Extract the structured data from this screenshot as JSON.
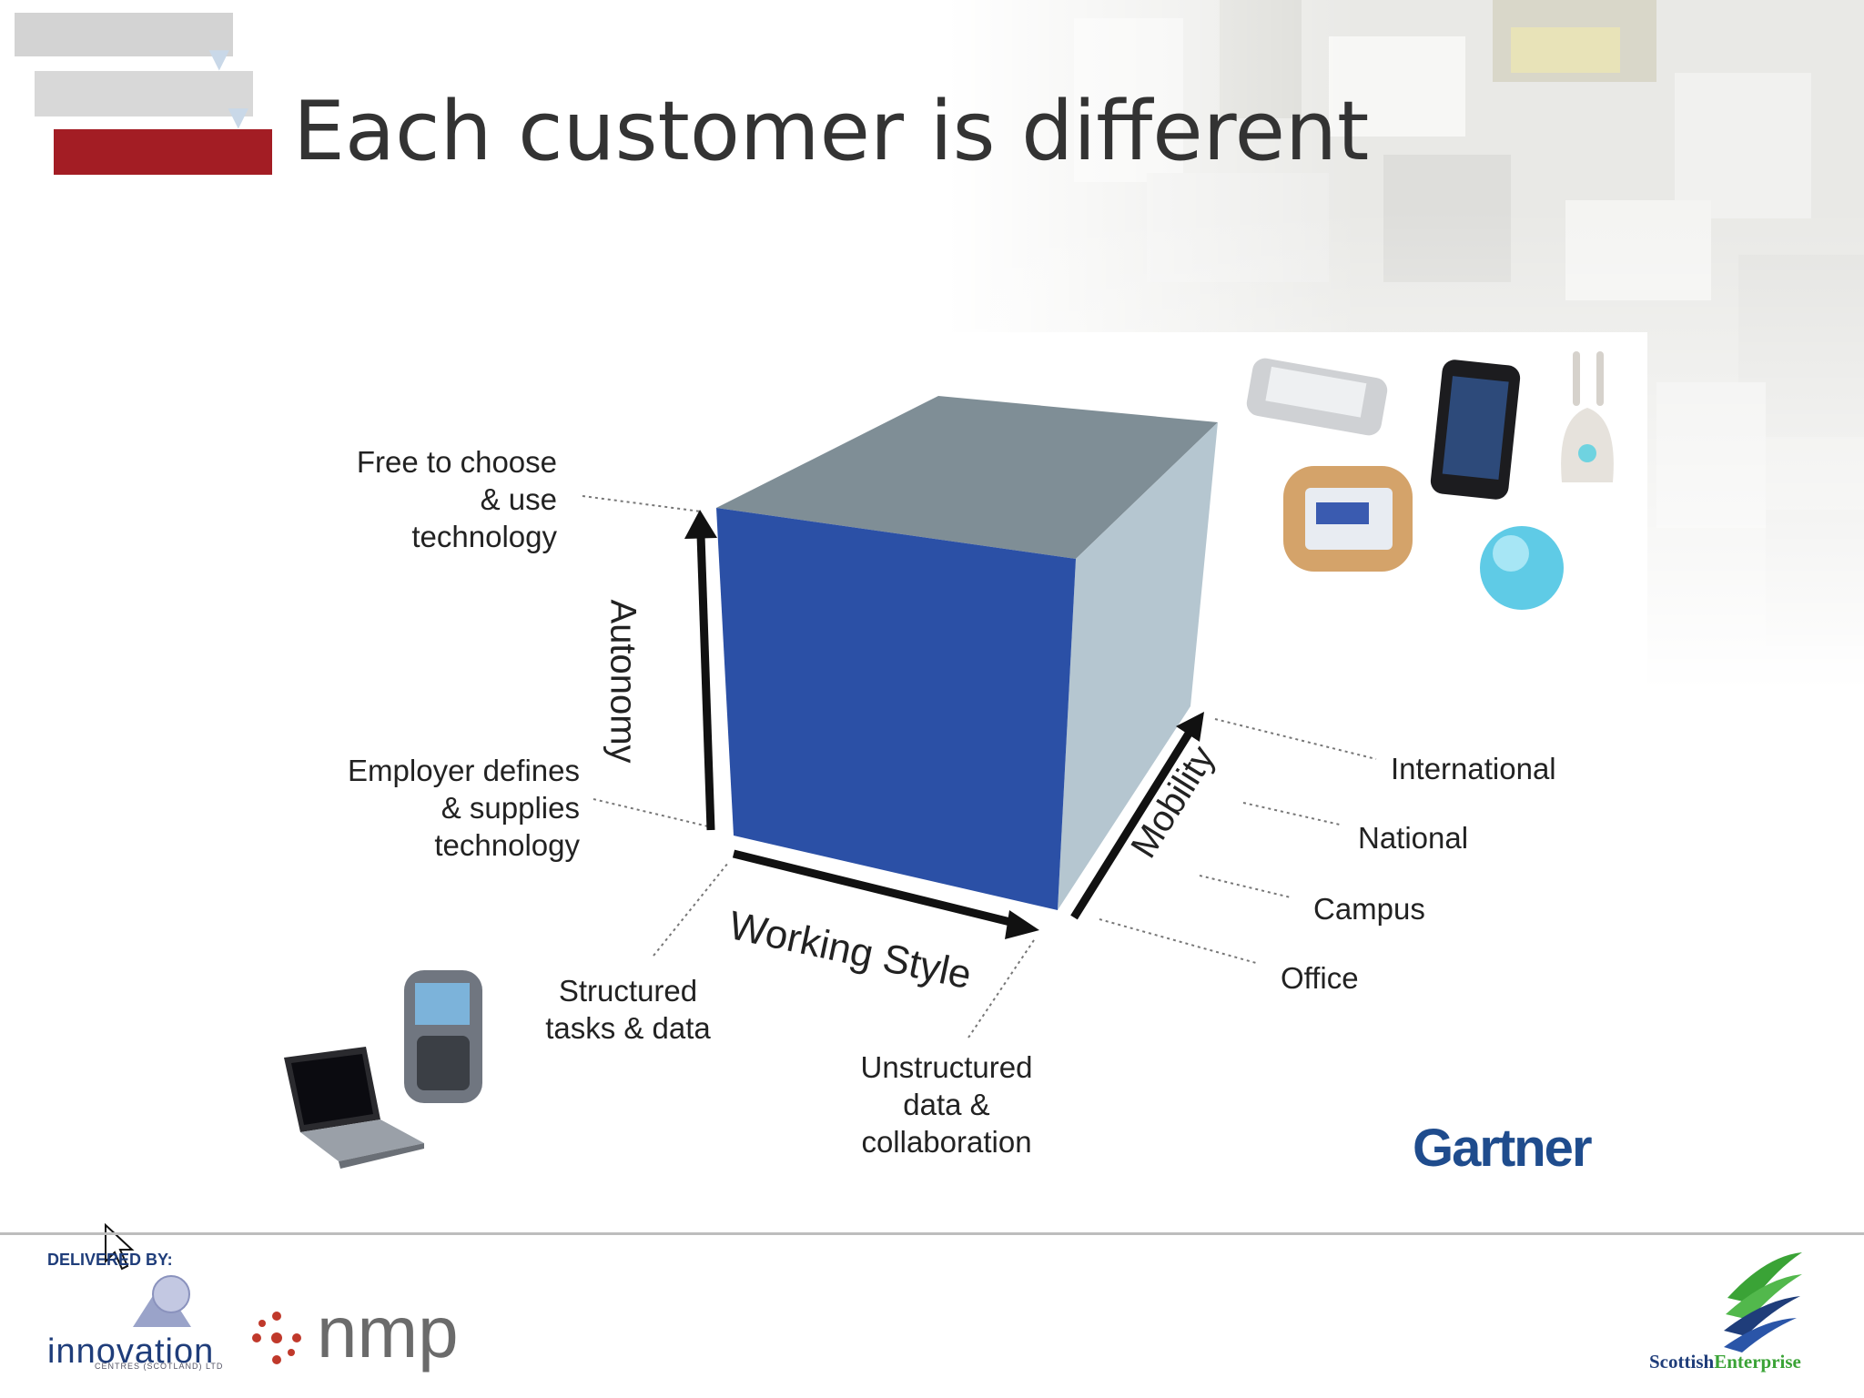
{
  "slide": {
    "title": "Each customer is different"
  },
  "diagram": {
    "autonomy_axis": "Autonomy",
    "working_style_axis": "Working Style",
    "mobility_axis": "Mobility",
    "autonomy_high": [
      "Free to choose",
      "& use",
      "technology"
    ],
    "autonomy_low": [
      "Employer defines",
      "& supplies",
      "technology"
    ],
    "style_low": [
      "Structured",
      "tasks & data"
    ],
    "style_high": [
      "Unstructured",
      "data &",
      "collaboration"
    ],
    "mobility_levels": [
      "International",
      "National",
      "Campus",
      "Office"
    ],
    "source": "Gartner"
  },
  "footer": {
    "delivered_by": "DELIVERED BY:",
    "innovation": "innovation",
    "innovation_sub": "CENTRES (SCOTLAND) LTD",
    "nmp": "nmp",
    "scottish": "Scottish",
    "enterprise": "Enterprise"
  },
  "colors": {
    "cube_front": "#2b50a6",
    "cube_top": "#7f8e96",
    "cube_side": "#b5c6d0",
    "accent_red": "#a31d24",
    "title": "#333333",
    "gartner_blue": "#1f4c8d"
  },
  "icons": [
    "mouse-cursor-icon",
    "laptop-icon",
    "handheld-icon",
    "nokia-device-icon",
    "iphone-icon",
    "chumby-icon",
    "nabaztag-icon",
    "ambient-orb-icon",
    "innovation-logo-icon",
    "nmp-logo-icon",
    "scottish-enterprise-logo-icon"
  ]
}
